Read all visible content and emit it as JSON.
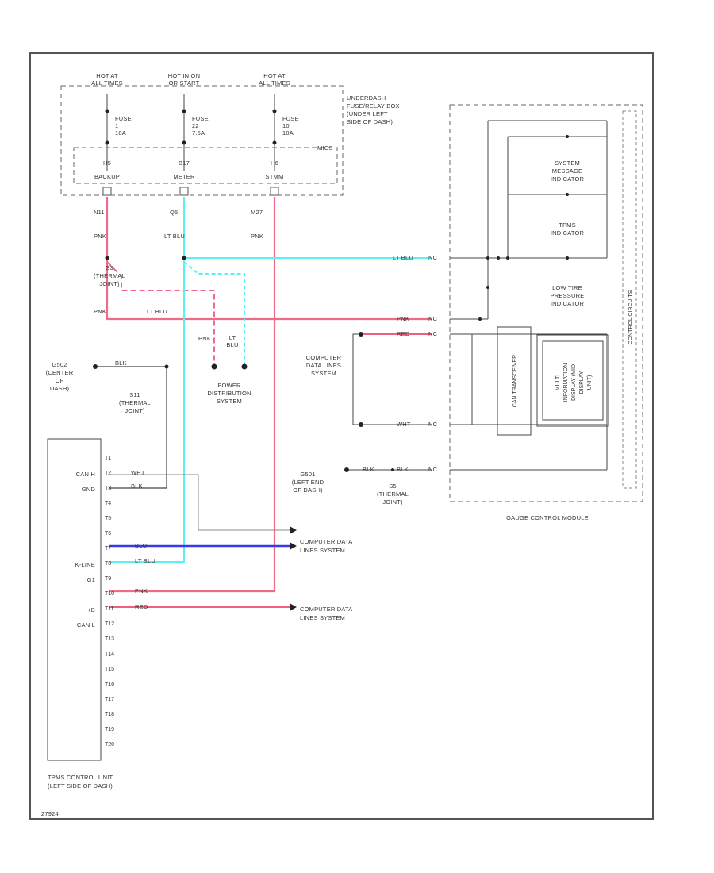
{
  "colors": {
    "pink": "#f06a8a",
    "ltblu": "#5cf0f0",
    "blu": "#3a3ae8",
    "red": "#f0607a",
    "wire": "#444444",
    "border": "#555555"
  },
  "fuse_box": {
    "label": [
      "UNDERDASH",
      "FUSE/RELAY BOX",
      "(UNDER LEFT",
      "SIDE OF DASH)"
    ],
    "hot_labels": [
      [
        "HOT AT",
        "ALL TIMES"
      ],
      [
        "HOT IN ON",
        "OR START"
      ],
      [
        "HOT AT",
        "ALL TIMES"
      ]
    ],
    "fuses": [
      [
        "FUSE",
        "1",
        "10A"
      ],
      [
        "FUSE",
        "22",
        "7.5A"
      ],
      [
        "FUSE",
        "10",
        "10A"
      ]
    ],
    "pins": [
      "BACKUP",
      "METER",
      "STMM"
    ],
    "pin_nums": [
      "H5",
      "B17",
      "H6"
    ],
    "mics": "MICS"
  },
  "wires": {
    "circuits": [
      "N11",
      "Q5",
      "M27"
    ],
    "pnk": "PNK",
    "ltblu": "LT BLU",
    "blu": "BLU",
    "red": "RED",
    "wht": "WHT",
    "blk": "BLK"
  },
  "joint_left": [
    "S3",
    "(THERMAL",
    "JOINT)"
  ],
  "power_distribution": [
    "POWER",
    "DISTRIBUTION",
    "SYSTEM"
  ],
  "ground_center": [
    "G502",
    "(CENTER",
    "OF",
    "DASH)"
  ],
  "joint_s11": [
    "S11",
    "(THERMAL",
    "JOINT)"
  ],
  "computer_data_mid": [
    "COMPUTER",
    "DATA LINES",
    "SYSTEM"
  ],
  "ground_left": [
    "G501",
    "(LEFT END",
    "OF DASH)"
  ],
  "joint_s5": [
    "S5",
    "(THERMAL",
    "JOINT)"
  ],
  "gauge_module": {
    "label": "GAUGE CONTROL MODULE",
    "control_circuits": "CONTROL CIRCUITS",
    "system_indicator": [
      "SYSTEM",
      "MESSAGE",
      "INDICATOR"
    ],
    "tpms_indicator": [
      "TPMS",
      "INDICATOR"
    ],
    "low_tire": [
      "LOW TIRE",
      "PRESSURE",
      "INDICATOR"
    ],
    "can_transceiver": "CAN TRANSCEIVER",
    "multi_display": [
      "MULTI",
      "INFORMATION",
      "DISPLAY (MID",
      "DISPLAY",
      "UNIT)"
    ],
    "wire_labels": [
      "LT BLU",
      "PNK",
      "RED",
      "WHT",
      "BLK"
    ],
    "pins": [
      "NC",
      "NC",
      "NC",
      "NC",
      "NC"
    ]
  },
  "tpms_unit": {
    "label": [
      "TPMS CONTROL UNIT",
      "(LEFT SIDE OF DASH)"
    ],
    "pins": [
      "T1",
      "T2",
      "T3",
      "T4",
      "T5",
      "T6",
      "T7",
      "T8",
      "T9",
      "T10",
      "T11",
      "T12",
      "T13",
      "T14",
      "T15",
      "T16",
      "T17",
      "T18",
      "T19",
      "T20"
    ],
    "side_labels": [
      [
        "CAN H",
        1
      ],
      [
        "GND",
        2
      ],
      [
        "K-LINE",
        7
      ],
      [
        "IG1",
        8
      ],
      [
        "+B",
        10
      ],
      [
        "CAN L",
        11
      ]
    ]
  },
  "computer_data_right": [
    "COMPUTER DATA",
    "LINES SYSTEM"
  ],
  "footer_code": "27924"
}
